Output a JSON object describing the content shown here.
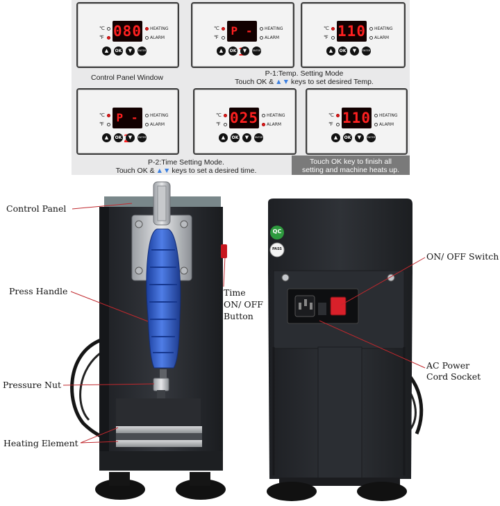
{
  "panel_steps": {
    "step1": {
      "display": "080",
      "units": [
        "℃",
        "℉"
      ],
      "indicators": [
        "HEATING",
        "ALARM"
      ],
      "buttons": [
        "▲",
        "OK",
        "▼",
        "ENTER"
      ],
      "caption": "Control Panel Window"
    },
    "step2": {
      "display": "P - 1",
      "units": [
        "℃",
        "℉"
      ],
      "indicators": [
        "HEATING",
        "ALARM"
      ],
      "buttons": [
        "▲",
        "OK",
        "▼",
        "ENTER"
      ]
    },
    "step3": {
      "display": "110",
      "units": [
        "℃",
        "℉"
      ],
      "indicators": [
        "HEATING",
        "ALARM"
      ],
      "buttons": [
        "▲",
        "OK",
        "▼",
        "ENTER"
      ],
      "caption_line1": "P-1:Temp. Setting Mode",
      "caption_line2_before": "Touch OK &",
      "caption_line2_arrows": "▲▼",
      "caption_line2_after": "keys to set desired Temp."
    },
    "step4": {
      "display": "P - 2",
      "units": [
        "℃",
        "℉"
      ],
      "indicators": [
        "HEATING",
        "ALARM"
      ],
      "buttons": [
        "▲",
        "OK",
        "▼",
        "ENTER"
      ]
    },
    "step5": {
      "display": "025",
      "units": [
        "℃",
        "℉"
      ],
      "indicators": [
        "HEATING",
        "ALARM"
      ],
      "buttons": [
        "▲",
        "OK",
        "▼",
        "ENTER"
      ],
      "caption_line1": "P-2:Time Setting Mode.",
      "caption_line2_before": "Touch OK &",
      "caption_line2_arrows": "▲▼",
      "caption_line2_after": "keys to set a desired time."
    },
    "step6": {
      "display": "110",
      "units": [
        "℃",
        "℉"
      ],
      "indicators": [
        "HEATING",
        "ALARM"
      ],
      "buttons": [
        "▲",
        "OK",
        "▼",
        "ENTER"
      ],
      "caption_line1": "Touch OK key to finish all",
      "caption_line2": "setting and machine heats up."
    }
  },
  "front_view_labels": {
    "control_panel": "Control Panel",
    "press_handle": "Press Handle",
    "pressure_nut": "Pressure Nut",
    "heating_element": "Heating Element",
    "time_button_line1": "Time",
    "time_button_line2": "ON/ OFF",
    "time_button_line3": "Button"
  },
  "back_view_labels": {
    "on_off_switch": "ON/ OFF Switch",
    "ac_socket_line1": "AC Power",
    "ac_socket_line2": "Cord Socket"
  },
  "badges": {
    "qc": "QC",
    "pass": "PASS"
  },
  "colors": {
    "lcd_digits": "#ff2020",
    "machine_body": "#2b2d31",
    "handle": "#2f5bd0",
    "rocker_switch": "#d9202a",
    "qc_badge": "#2e9a3e",
    "leader_lines": "#c0282d"
  }
}
